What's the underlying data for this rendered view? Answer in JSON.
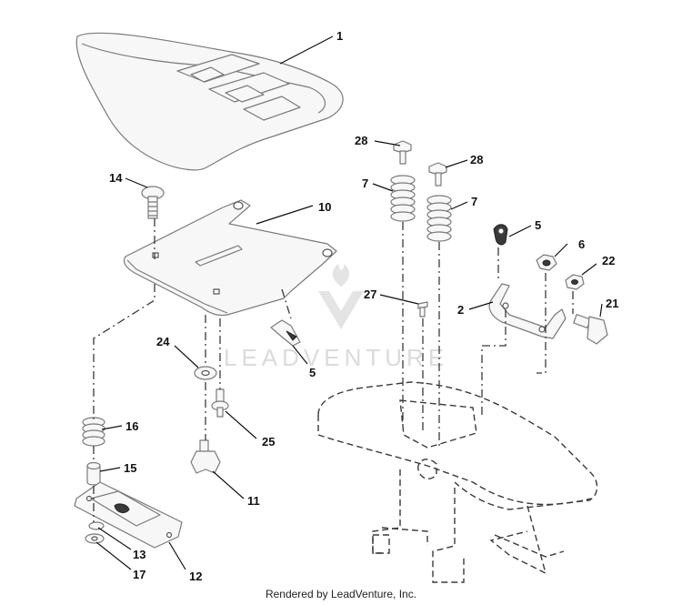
{
  "callouts": {
    "c1": "1",
    "c28a": "28",
    "c28b": "28",
    "c14": "14",
    "c10": "10",
    "c7a": "7",
    "c7b": "7",
    "c5a": "5",
    "c6": "6",
    "c22": "22",
    "c27": "27",
    "c2": "2",
    "c21": "21",
    "c24": "24",
    "c5b": "5",
    "c16": "16",
    "c25": "25",
    "c15": "15",
    "c11": "11",
    "c13": "13",
    "c17": "17",
    "c12": "12"
  },
  "watermark": {
    "text": "LEADVENTURE"
  },
  "footer": {
    "credit": "Rendered by LeadVenture, Inc."
  }
}
